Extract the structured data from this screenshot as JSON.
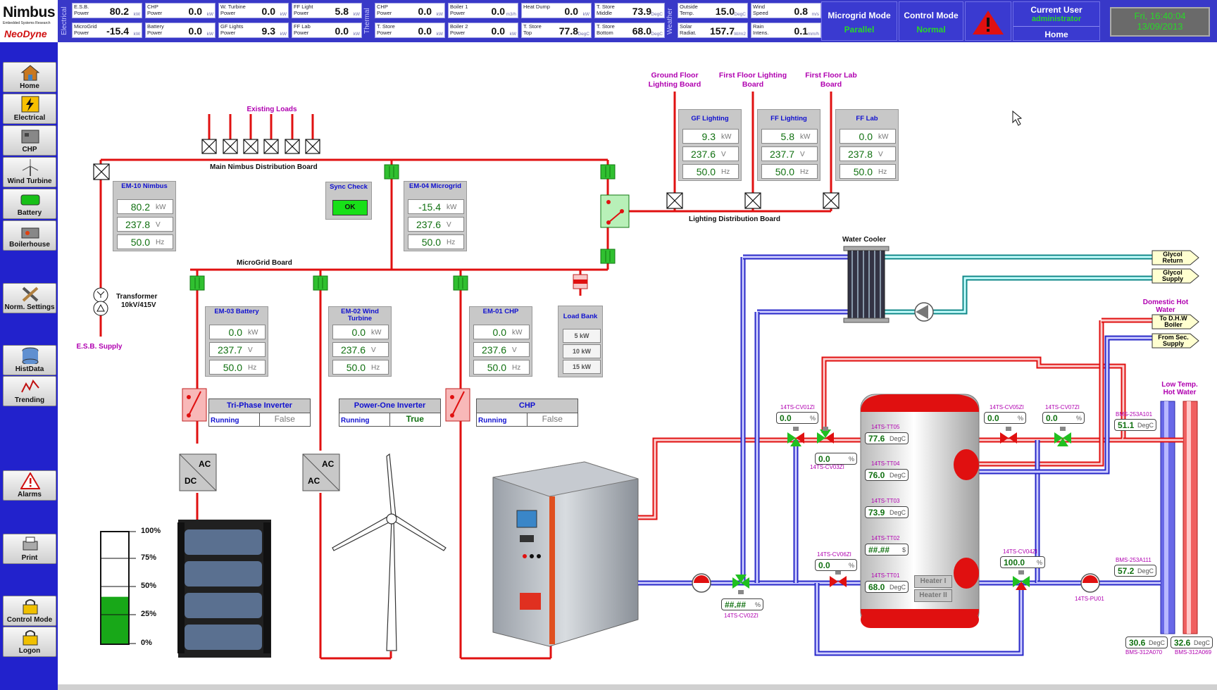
{
  "logo": {
    "name": "Nimbus",
    "subtitle": "Embedded Systems Research",
    "brand": "NeoDyne"
  },
  "topbar": {
    "electrical": {
      "label": "Electrical",
      "items": [
        {
          "label": "E.S.B. Power",
          "value": "80.2",
          "unit": "kW"
        },
        {
          "label": "MicroGrid Power",
          "value": "-15.4",
          "unit": "kW"
        },
        {
          "label": "CHP Power",
          "value": "0.0",
          "unit": "kW"
        },
        {
          "label": "Battery Power",
          "value": "0.0",
          "unit": "kW"
        },
        {
          "label": "W. Turbine Power",
          "value": "0.0",
          "unit": "kW"
        },
        {
          "label": "GF Lights Power",
          "value": "9.3",
          "unit": "kW"
        },
        {
          "label": "FF Light Power",
          "value": "5.8",
          "unit": "kW"
        },
        {
          "label": "FF Lab Power",
          "value": "0.0",
          "unit": "kW"
        }
      ]
    },
    "thermal": {
      "label": "Thermal",
      "items": [
        {
          "label": "CHP Power",
          "value": "0.0",
          "unit": "kW"
        },
        {
          "label": "T. Store Power",
          "value": "0.0",
          "unit": "kW"
        },
        {
          "label": "Boiler 1 Power",
          "value": "0.0",
          "unit": "m3/h"
        },
        {
          "label": "Boiler 2 Power",
          "value": "0.0",
          "unit": "kW"
        },
        {
          "label": "Heat Dump",
          "value": "0.0",
          "unit": "kW"
        },
        {
          "label": "T. Store Top",
          "value": "77.8",
          "unit": "DegC"
        },
        {
          "label": "T. Store Middle",
          "value": "73.9",
          "unit": "DegC"
        },
        {
          "label": "T. Store Bottom",
          "value": "68.0",
          "unit": "DegC"
        }
      ]
    },
    "weather": {
      "label": "Weather",
      "items": [
        {
          "label": "Outside Temp.",
          "value": "15.0",
          "unit": "DegC"
        },
        {
          "label": "Solar Radiat.",
          "value": "157.7",
          "unit": "W/m2"
        },
        {
          "label": "Wind Speed",
          "value": "0.8",
          "unit": "m/s"
        },
        {
          "label": "Rain Intens.",
          "value": "0.1",
          "unit": "mm/h"
        }
      ]
    },
    "microgrid_mode": {
      "title": "Microgrid Mode",
      "value": "Parallel"
    },
    "control_mode": {
      "title": "Control Mode",
      "value": "Normal"
    },
    "user": {
      "title": "Current User",
      "name": "administrator",
      "page": "Home"
    },
    "datetime": {
      "time": "Fri, 16:40:04",
      "date": "13/09/2013"
    }
  },
  "sidebar": [
    {
      "label": "Home",
      "icon": "home-icon"
    },
    {
      "label": "Electrical",
      "icon": "lightning-icon"
    },
    {
      "label": "CHP",
      "icon": "chp-icon"
    },
    {
      "label": "Wind Turbine",
      "icon": "wind-turbine-icon"
    },
    {
      "label": "Battery",
      "icon": "battery-icon"
    },
    {
      "label": "Boilerhouse",
      "icon": "boiler-icon"
    },
    {
      "label": "Norm. Settings",
      "icon": "tools-icon"
    },
    {
      "label": "HistData",
      "icon": "database-icon"
    },
    {
      "label": "Trending",
      "icon": "trend-icon"
    },
    {
      "label": "Alarms",
      "icon": "alarm-icon"
    },
    {
      "label": "Print",
      "icon": "print-icon"
    },
    {
      "label": "Control Mode",
      "icon": "lock-icon"
    },
    {
      "label": "Logon",
      "icon": "logon-icon"
    }
  ],
  "electrical": {
    "existing_loads": "Existing Loads",
    "main_board": "Main Nimbus Distribution Board",
    "microgrid_board": "MicroGrid Board",
    "lighting_dist_board": "Lighting Distribution Board",
    "transformer": {
      "title": "Transformer",
      "rating": "10kV/415V"
    },
    "esb_supply": "E.S.B. Supply",
    "sync_check": {
      "title": "Sync Check",
      "status": "OK"
    },
    "boards": [
      {
        "title": "Ground Floor Lighting Board"
      },
      {
        "title": "First Floor Lighting Board"
      },
      {
        "title": "First Floor Lab Board"
      }
    ],
    "meters": [
      {
        "title": "EM-10 Nimbus",
        "kw": "80.2",
        "v": "237.8",
        "hz": "50.0"
      },
      {
        "title": "EM-04 Microgrid",
        "kw": "-15.4",
        "v": "237.6",
        "hz": "50.0"
      },
      {
        "title": "EM-03 Battery",
        "kw": "0.0",
        "v": "237.7",
        "hz": "50.0"
      },
      {
        "title": "EM-02 Wind Turbine",
        "kw": "0.0",
        "v": "237.6",
        "hz": "50.0"
      },
      {
        "title": "EM-01 CHP",
        "kw": "0.0",
        "v": "237.6",
        "hz": "50.0"
      },
      {
        "title": "GF Lighting",
        "kw": "9.3",
        "v": "237.6",
        "hz": "50.0"
      },
      {
        "title": "FF Lighting",
        "kw": "5.8",
        "v": "237.7",
        "hz": "50.0"
      },
      {
        "title": "FF Lab",
        "kw": "0.0",
        "v": "237.8",
        "hz": "50.0"
      }
    ],
    "units": {
      "kw": "kW",
      "v": "V",
      "hz": "Hz"
    },
    "load_bank": {
      "title": "Load Bank",
      "options": [
        "5 kW",
        "10 kW",
        "15 kW"
      ]
    },
    "inverters": [
      {
        "title": "Tri-Phase Inverter",
        "state_label": "Running",
        "state": "False"
      },
      {
        "title": "Power-One Inverter",
        "state_label": "Running",
        "state": "True"
      },
      {
        "title": "CHP",
        "state_label": "Running",
        "state": "False"
      }
    ],
    "converters": [
      {
        "top": "AC",
        "bottom": "DC"
      },
      {
        "top": "AC",
        "bottom": "AC"
      }
    ],
    "battery_gauge": {
      "levels": [
        "100%",
        "75%",
        "50%",
        "25%",
        "0%"
      ],
      "fill_fraction": 0.42
    }
  },
  "thermal": {
    "water_cooler": "Water Cooler",
    "glycol_return": "Glycol Return",
    "glycol_supply": "Glycol Supply",
    "domestic_hot_water": "Domestic Hot Water",
    "to_dhw_boiler": "To D.H.W Boiler",
    "from_sec_supply": "From Sec. Supply",
    "low_temp_hot_water": "Low Temp. Hot Water",
    "valves": [
      {
        "tag": "14TS-CV01ZI",
        "value": "0.0",
        "unit": "%"
      },
      {
        "tag": "14TS-CV03ZI",
        "value": "0.0",
        "unit": "%"
      },
      {
        "tag": "14TS-CV05ZI",
        "value": "0.0",
        "unit": "%"
      },
      {
        "tag": "14TS-CV07ZI",
        "value": "0.0",
        "unit": "%"
      },
      {
        "tag": "14TS-CV06ZI",
        "value": "0.0",
        "unit": "%"
      },
      {
        "tag": "14TS-CV04ZI",
        "value": "100.0",
        "unit": "%"
      },
      {
        "tag": "14TS-CV02ZI",
        "value": "##.##",
        "unit": "%"
      }
    ],
    "tank_temps": [
      {
        "tag": "14TS-TT05",
        "value": "77.6",
        "unit": "DegC"
      },
      {
        "tag": "14TS-TT04",
        "value": "76.0",
        "unit": "DegC"
      },
      {
        "tag": "14TS-TT03",
        "value": "73.9",
        "unit": "DegC"
      },
      {
        "tag": "14TS-TT02",
        "value": "##.##",
        "unit": "$"
      },
      {
        "tag": "14TS-TT01",
        "value": "68.0",
        "unit": "DegC"
      }
    ],
    "heaters": [
      "Heater I",
      "Heater II"
    ],
    "bms": [
      {
        "tag": "BMS-253A101",
        "value": "51.1",
        "unit": "DegC"
      },
      {
        "tag": "BMS-253A111",
        "value": "57.2",
        "unit": "DegC"
      },
      {
        "tag": "BMS-312A070",
        "value": "30.6",
        "unit": "DegC"
      },
      {
        "tag": "BMS-312A069",
        "value": "32.6",
        "unit": "DegC"
      }
    ],
    "pump": "14TS-PU01"
  },
  "colors": {
    "header_blue": "#3838c8",
    "sidebar_blue": "#2222cc",
    "value_green": "#107010",
    "tag_magenta": "#b000b0",
    "line_red": "#e01010"
  }
}
